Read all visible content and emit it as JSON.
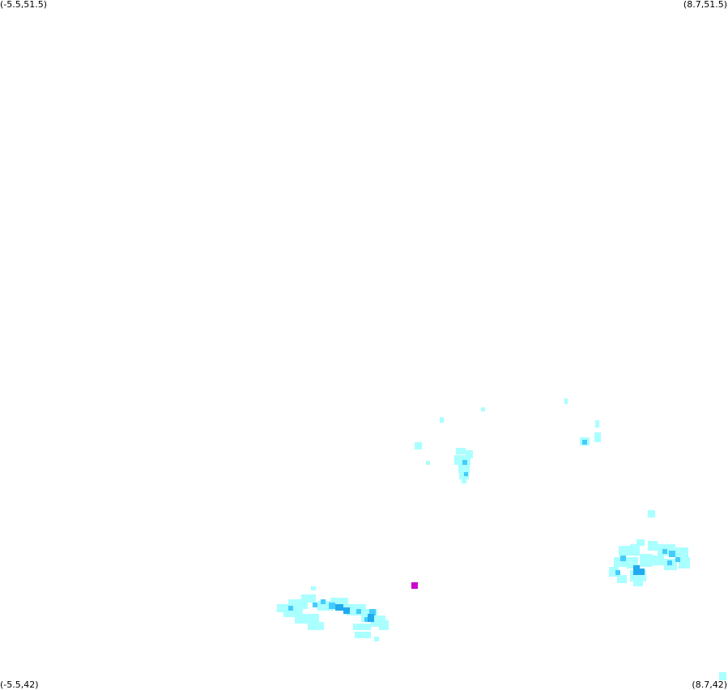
{
  "map": {
    "corner_labels": {
      "top_left": "(-5.5,51.5)",
      "top_right": "(8.7,51.5)",
      "bottom_left": "(-5.5,42)",
      "bottom_right": "(8.7,42)"
    },
    "colors": {
      "light_cyan": "#aaffff",
      "mid_blue": "#44ccff",
      "deep_blue": "#22aaee",
      "magenta": "#cc00cc",
      "background": "#ffffff"
    },
    "bounds": {
      "lon_min": -5.5,
      "lon_max": 8.7,
      "lat_min": 42,
      "lat_max": 51.5
    }
  }
}
